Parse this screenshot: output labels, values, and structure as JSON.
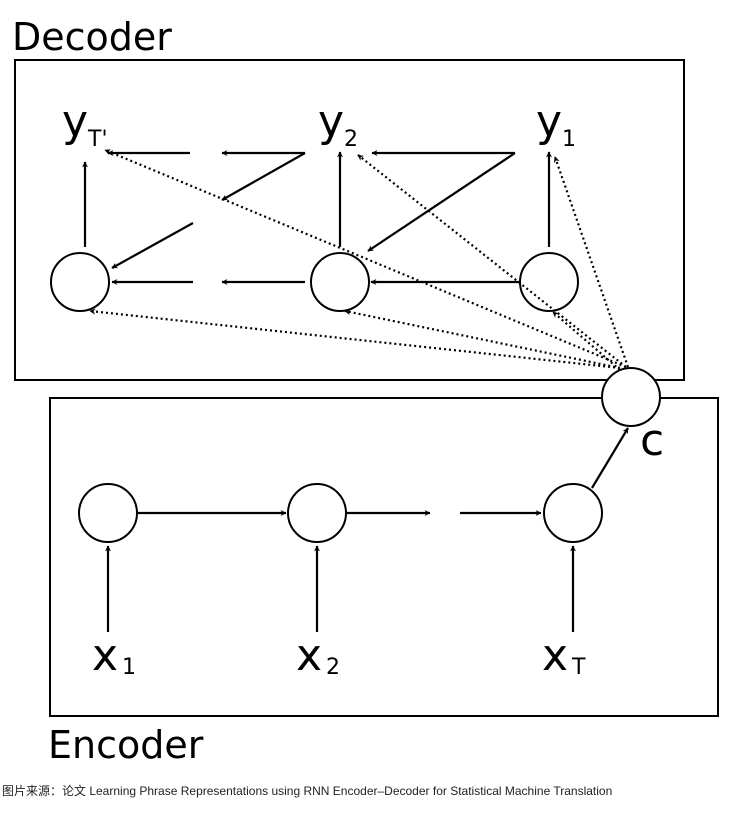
{
  "labels": {
    "decoder": "Decoder",
    "encoder": "Encoder",
    "y_tprime": "y",
    "y_tprime_sub": "T'",
    "y2": "y",
    "y2_sub": "2",
    "y1": "y",
    "y1_sub": "1",
    "x1": "x",
    "x1_sub": "1",
    "x2": "x",
    "x2_sub": "2",
    "xt": "x",
    "xt_sub": "T",
    "c": "c"
  },
  "caption": "图片来源：论文 Learning Phrase Representations using RNN Encoder–Decoder for Statistical Machine Translation"
}
